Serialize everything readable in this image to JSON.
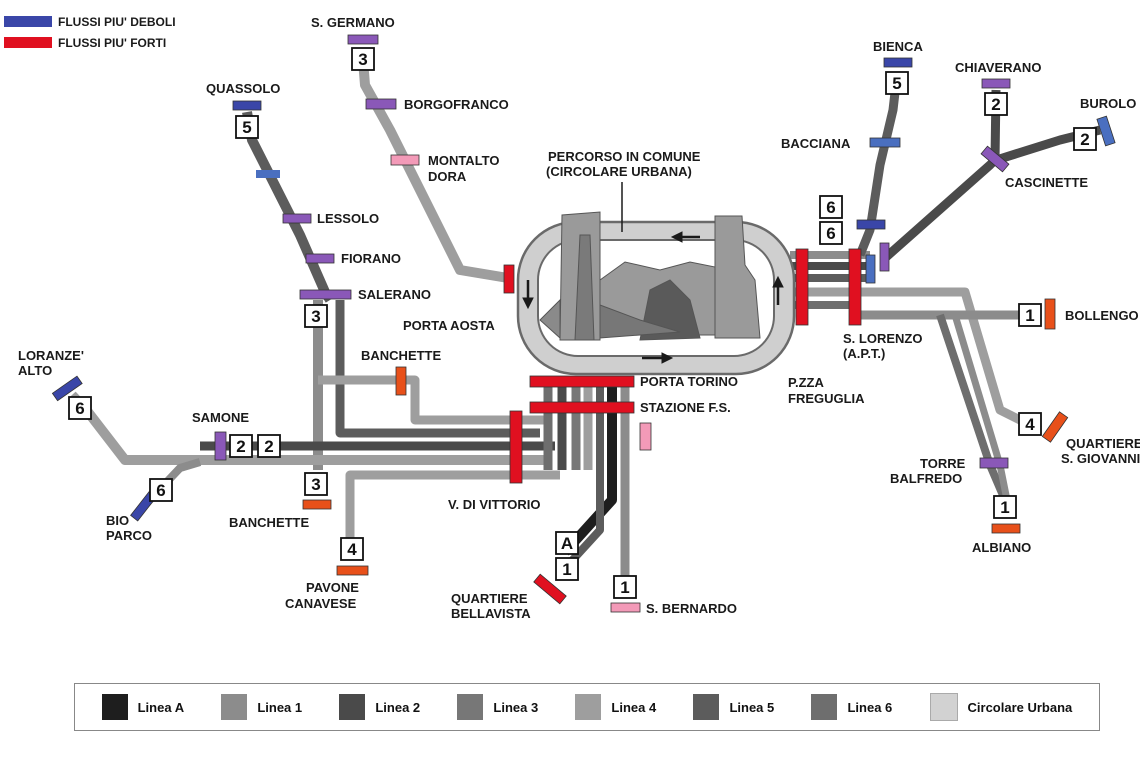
{
  "flow_legend": {
    "weak": "FLUSSI PIU' DEBOLI",
    "strong": "FLUSSI PIU' FORTI"
  },
  "colors": {
    "weak": "#3a46a8",
    "strong": "#e01020",
    "purple": "#8a58b8",
    "pink": "#f39ab8",
    "orange": "#e8501a",
    "lightblue": "#4a6fc0"
  },
  "center": {
    "label_1": "PERCORSO IN COMUNE",
    "label_2": "(CIRCOLARE URBANA)"
  },
  "stops": {
    "s_germano": "S. GERMANO",
    "borgofranco": "BORGOFRANCO",
    "montalto_1": "MONTALTO",
    "montalto_2": "DORA",
    "quassolo": "QUASSOLO",
    "lessolo": "LESSOLO",
    "fiorano": "FIORANO",
    "salerano": "SALERANO",
    "porta_aosta": "PORTA AOSTA",
    "banchette_top": "BANCHETTE",
    "loranze_1": "LORANZE'",
    "loranze_2": "ALTO",
    "samone": "SAMONE",
    "bio_1": "BIO",
    "bio_2": "PARCO",
    "banchette_bottom": "BANCHETTE",
    "pavone_1": "PAVONE",
    "pavone_2": "CANAVESE",
    "porta_torino": "PORTA TORINO",
    "stazione": "STAZIONE F.S.",
    "vittorio": "V. DI VITTORIO",
    "bellavista_1": "QUARTIERE",
    "bellavista_2": "BELLAVISTA",
    "s_bernardo": "S. BERNARDO",
    "bienca": "BIENCA",
    "chiaverano": "CHIAVERANO",
    "burolo": "BUROLO",
    "bacciana": "BACCIANA",
    "cascinette": "CASCINETTE",
    "s_lorenzo_1": "S. LORENZO",
    "s_lorenzo_2": "(A.P.T.)",
    "freguglia_1": "P.ZZA",
    "freguglia_2": "FREGUGLIA",
    "bollengo": "BOLLENGO",
    "s_giovanni_1": "QUARTIERE",
    "s_giovanni_2": "S. GIOVANNI",
    "torre_1": "TORRE",
    "torre_2": "BALFREDO",
    "albiano": "ALBIANO"
  },
  "line_numbers": {
    "s_germano": "3",
    "quassolo": "5",
    "salerano": "3",
    "loranze": "6",
    "samone_a": "2",
    "samone_b": "2",
    "bio": "6",
    "banchette": "3",
    "pavone": "4",
    "bellavista_a": "A",
    "bellavista_b": "1",
    "s_bernardo": "1",
    "bienca": "5",
    "chiaverano": "2",
    "burolo": "2",
    "s_lorenzo_a": "6",
    "s_lorenzo_b": "6",
    "bollengo": "1",
    "s_giovanni": "4",
    "albiano": "1"
  },
  "line_legend": [
    {
      "name": "Linea A",
      "color": "#1e1e1e"
    },
    {
      "name": "Linea 1",
      "color": "#8c8c8c"
    },
    {
      "name": "Linea 2",
      "color": "#4a4a4a"
    },
    {
      "name": "Linea 3",
      "color": "#777777"
    },
    {
      "name": "Linea 4",
      "color": "#9e9e9e"
    },
    {
      "name": "Linea 5",
      "color": "#5c5c5c"
    },
    {
      "name": "Linea 6",
      "color": "#6e6e6e"
    },
    {
      "name": "Circolare Urbana",
      "color": "#d2d2d2"
    }
  ]
}
